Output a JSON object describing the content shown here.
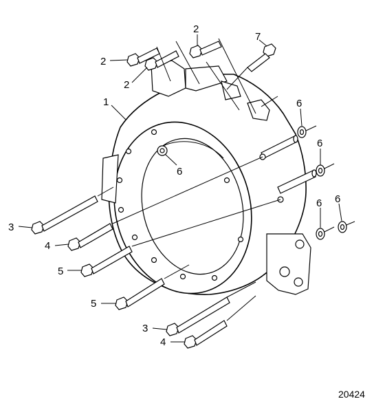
{
  "diagram": {
    "figure_number": "20424",
    "callouts": [
      "1",
      "2",
      "2",
      "2",
      "3",
      "3",
      "4",
      "4",
      "5",
      "5",
      "6",
      "6",
      "6",
      "6",
      "6",
      "7"
    ]
  }
}
